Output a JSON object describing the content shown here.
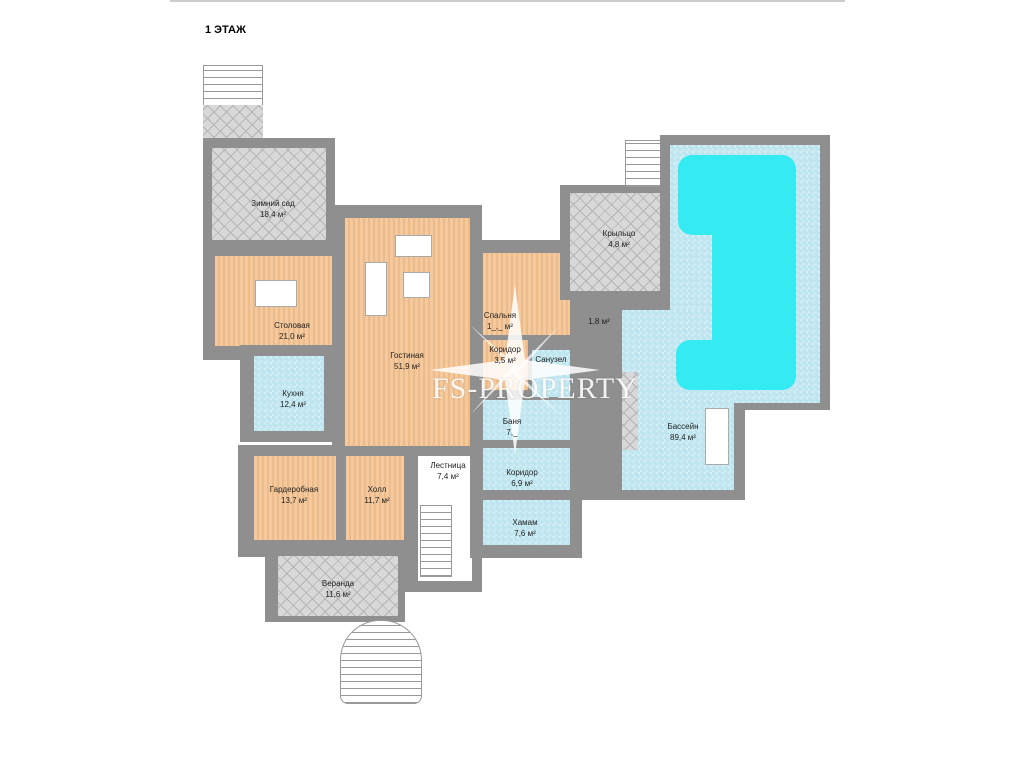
{
  "plan": {
    "title": "1 ЭТАЖ",
    "watermark": "FS-PROPERTY",
    "rooms": [
      {
        "name": "Зимний сад",
        "area": "18,4 м²"
      },
      {
        "name": "Столовая",
        "area": "21,0 м²"
      },
      {
        "name": "Кухня",
        "area": "12,4 м²"
      },
      {
        "name": "Гардеробная",
        "area": "13,7 м²"
      },
      {
        "name": "Гостиная",
        "area": "51,9 м²"
      },
      {
        "name": "Холл",
        "area": "11,7 м²"
      },
      {
        "name": "Лестница",
        "area": "7,4 м²"
      },
      {
        "name": "Веранда",
        "area": "11,6 м²"
      },
      {
        "name": "Спальня",
        "area": "1_,_ м²"
      },
      {
        "name": "Коридор",
        "area": "3,5 м²"
      },
      {
        "name": "Санузел",
        "area": ""
      },
      {
        "name": "Баня",
        "area": "7,_"
      },
      {
        "name": "Коридор",
        "area": "6,9 м²"
      },
      {
        "name": "Хамам",
        "area": "7,6 м²"
      },
      {
        "name": "",
        "area": "1,8 м²"
      },
      {
        "name": "Крыльцо",
        "area": "4,8 м²"
      },
      {
        "name": "Бассейн",
        "area": "89,4 м²"
      }
    ]
  }
}
